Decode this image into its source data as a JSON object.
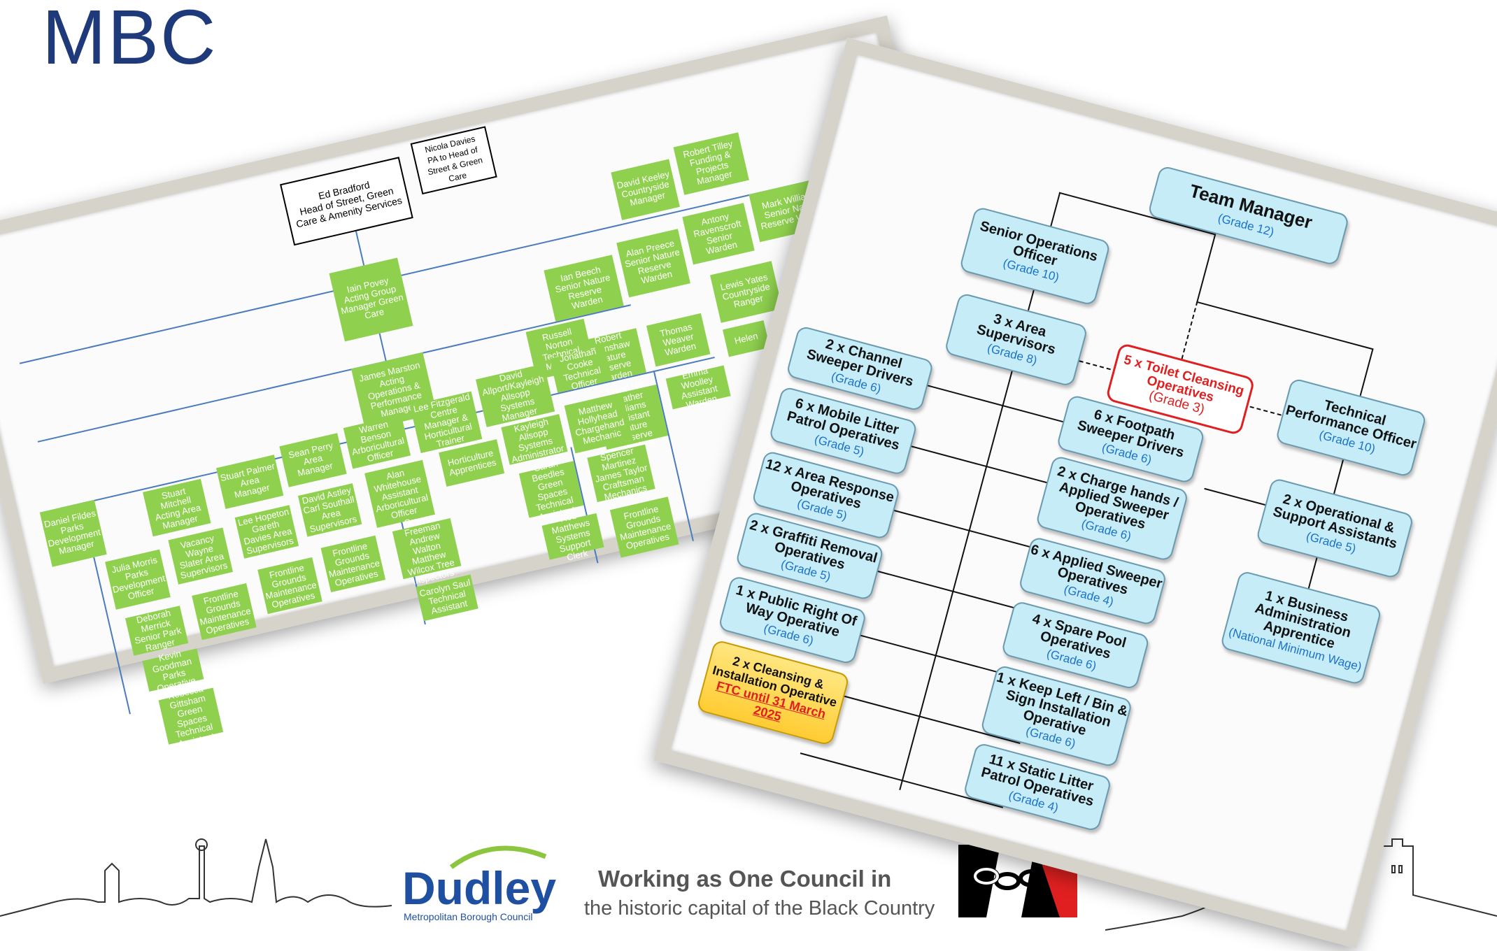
{
  "page_title": "MBC",
  "left_chart": {
    "head": "Ed Bradford\nHead of Street, Green Care & Amenity Services",
    "pa": "Nicola Davies\nPA to Head of Street & Green Care",
    "boxes": [
      "Iain Povey Acting Group Manager Green Care",
      "David Keeley Countryside Manager",
      "Robert Tilley Funding & Projects Manager",
      "Ian Beech Senior Nature Reserve Warden",
      "Alan Preece Senior Nature Reserve Warden",
      "Antony Ravenscroft Senior Warden",
      "Mark Williams Senior Nature Reserve Warden",
      "James Marston Acting Operations & Performance Manager",
      "Russell Norton Technical Manager",
      "Lewis Yates Countryside Ranger",
      "Robert Earnshaw Nature Reserve Warden",
      "Thomas Weaver Warden",
      "Helen",
      "David Hill Heather Williams Assistant Nature Reserve Wardens",
      "Emma Woolley Assistant Warden",
      "Daniel Fildes Parks Development Manager",
      "Stuart Mitchell Acting Area Manager",
      "Stuart Palmer Area Manager",
      "Sean Perry Area Manager",
      "Warren Benson Arboricultural Officer",
      "Lee Fitzgerald Centre Manager & Horticultural Trainer",
      "David Allport/Kayleigh Allsopp Systems Manager",
      "Jonathan Cooke Technical Officer",
      "Julia Morris Parks Development Officer",
      "Vacancy Wayne Slater Area Supervisors",
      "Lee Hopeton Gareth Davies Area Supervisors",
      "David Astley Carl Southall Area Supervisors",
      "Alan Whitehouse Assistant Arboricultural Officer",
      "Horticulture Apprentices",
      "Kayleigh Allsopp Systems Administrator",
      "Matthew Hollyhead Chargehand Mechanic",
      "Deborah Merrick Senior Park Ranger",
      "Frontline Grounds Maintenance Operatives",
      "Frontline Grounds Maintenance Operatives",
      "Frontline Grounds Maintenance Operatives",
      "Gregory Freeman Andrew Walton Matthew Wilcox Tree Inspectors",
      "Sarah Beedles Green Spaces Technical Assistant",
      "Spencer Martinez James Taylor Craftsman Mechanics",
      "Kevin Goodman Parks Operative",
      "Carolyn Saul Technical Assistant",
      "Rob Matthews Systems Support Clerk",
      "Frontline Grounds Maintenance Operatives",
      "Rebecca Gittsham Green Spaces Technical Assistant"
    ]
  },
  "right_chart": {
    "team_manager": {
      "title": "Team Manager",
      "grade": "(Grade 12)"
    },
    "senior_ops": {
      "title": "Senior Operations Officer",
      "grade": "(Grade 10)"
    },
    "area_sup": {
      "title": "3 x Area Supervisors",
      "grade": "(Grade 8)"
    },
    "tech_perf": {
      "title": "Technical Performance Officer",
      "grade": "(Grade 10)"
    },
    "toilet": {
      "title": "5 x Toilet Cleansing Operatives",
      "grade": "(Grade 3)"
    },
    "op_support": {
      "title": "2 x Operational & Support Assistants",
      "grade": "(Grade 5)"
    },
    "apprentice": {
      "title": "1 x Business Administration Apprentice",
      "grade": "(National Minimum Wage)"
    },
    "channel": {
      "title": "2 x Channel Sweeper Drivers",
      "grade": "(Grade 6)"
    },
    "mobile": {
      "title": "6 x Mobile Litter Patrol Operatives",
      "grade": "(Grade 5)"
    },
    "area_resp": {
      "title": "12 x Area Response Operatives",
      "grade": "(Grade 5)"
    },
    "graffiti": {
      "title": "2 x Graffiti Removal Operatives",
      "grade": "(Grade 5)"
    },
    "prow": {
      "title": "1 x Public Right Of Way Operative",
      "grade": "(Grade 6)"
    },
    "cleansing": {
      "title": "2 x Cleansing & Installation Operative",
      "ftc": "FTC until 31 March 2025"
    },
    "footpath": {
      "title": "6 x Footpath Sweeper Drivers",
      "grade": "(Grade 6)"
    },
    "chargehands": {
      "title": "2 x Charge hands / Applied Sweeper Operatives",
      "grade": "(Grade 6)"
    },
    "applied": {
      "title": "6 x Applied Sweeper Operatives",
      "grade": "(Grade 4)"
    },
    "spare": {
      "title": "4 x Spare Pool Operatives",
      "grade": "(Grade 6)"
    },
    "keepleft": {
      "title": "1 x Keep Left / Bin & Sign Installation Operative",
      "grade": "(Grade 6)"
    },
    "static": {
      "title": "11 x Static Litter Patrol Operatives",
      "grade": "(Grade 4)"
    }
  },
  "footer": {
    "logo_word": "Dudley",
    "logo_sub": "Metropolitan Borough Council",
    "motto_line1": "Working as One Council in",
    "motto_line2": "the historic capital of the Black Country"
  }
}
